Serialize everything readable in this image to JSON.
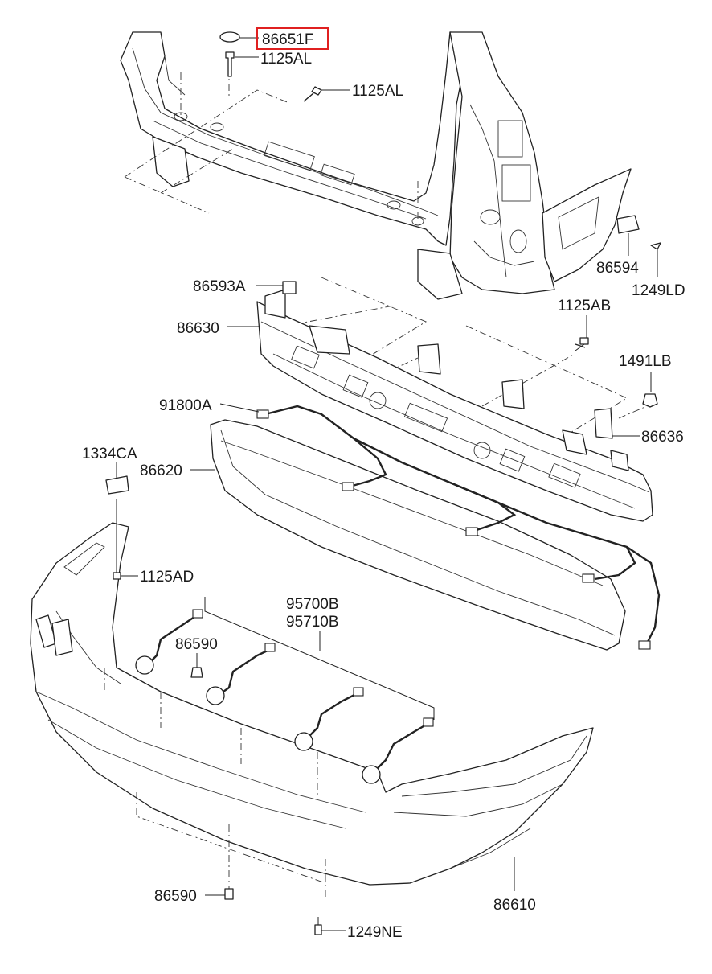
{
  "diagram": {
    "highlight_color": "#e02020",
    "labels": {
      "p86651F": "86651F",
      "p1125AL_top": "1125AL",
      "p1125AL_mid": "1125AL",
      "p86594": "86594",
      "p1249LD": "1249LD",
      "p86593A": "86593A",
      "p86630": "86630",
      "p1125AB": "1125AB",
      "p1491LB": "1491LB",
      "p91800A": "91800A",
      "p86636": "86636",
      "p1334CA": "1334CA",
      "p86620": "86620",
      "p1125AD": "1125AD",
      "p95700B": "95700B",
      "p95710B": "95710B",
      "p86590_mid": "86590",
      "p86590_bot": "86590",
      "p86610": "86610",
      "p1249NE": "1249NE"
    }
  }
}
